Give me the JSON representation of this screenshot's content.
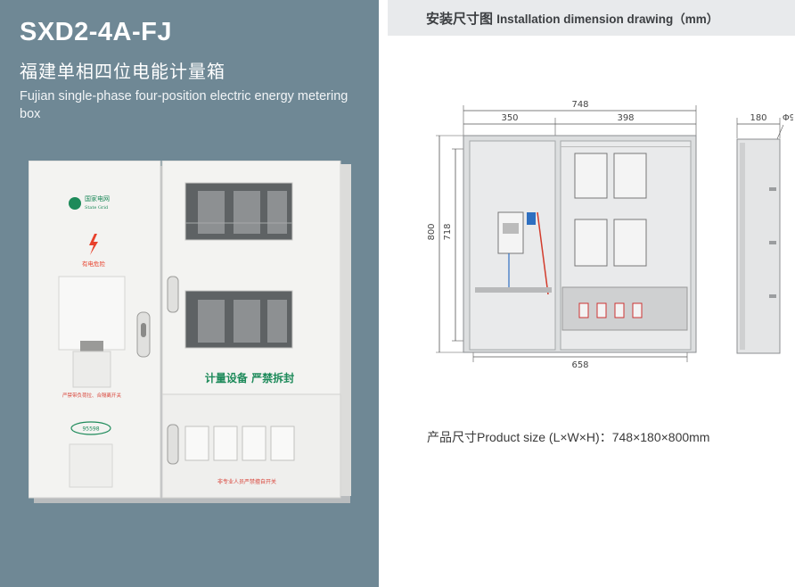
{
  "left": {
    "model": "SXD2-4A-FJ",
    "title_cn": "福建单相四位电能计量箱",
    "title_en": "Fujian single-phase four-position electric energy metering box",
    "product_labels": {
      "brand": "国家电网",
      "brand_en": "State Grid",
      "warning": "有电危险",
      "meter_notice": "计量设备 严禁拆封",
      "small_notice": "严禁带负荷拉、合隔离开关",
      "bottom_notice": "非专业人员严禁擅自开关",
      "badge": "95598"
    }
  },
  "right": {
    "header_cn": "安装尺寸图",
    "header_en": "Installation dimension drawing（mm）",
    "dimensions": {
      "total_width": "748",
      "left_width": "350",
      "right_width": "398",
      "height_total": "800",
      "height_inner": "718",
      "bottom_width": "658",
      "depth": "180",
      "hole": "Φ9"
    },
    "product_size": "产品尺寸Product size (L×W×H)：748×180×800mm"
  },
  "colors": {
    "left_bg": "#6f8895",
    "header_bg": "#e8eaec",
    "warning_red": "#e8412c",
    "brand_green": "#1d8a5a"
  }
}
